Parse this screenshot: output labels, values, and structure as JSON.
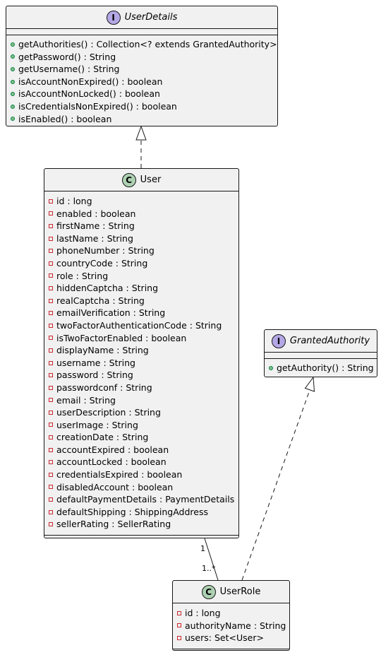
{
  "classes": {
    "user_details": {
      "kind": "interface",
      "badge": "I",
      "name": "UserDetails",
      "attributes": [],
      "methods": [
        "getAuthorities() : Collection<? extends GrantedAuthority>",
        "getPassword() : String",
        "getUsername() : String",
        "isAccountNonExpired() : boolean",
        "isAccountNonLocked() : boolean",
        "isCredentialsNonExpired() : boolean",
        "isEnabled() : boolean"
      ]
    },
    "user": {
      "kind": "class",
      "badge": "C",
      "name": "User",
      "attributes": [
        "id : long",
        "enabled : boolean",
        "firstName : String",
        "lastName : String",
        "phoneNumber : String",
        "countryCode : String",
        "role : String",
        "hiddenCaptcha : String",
        "realCaptcha : String",
        "emailVerification : String",
        "twoFactorAuthenticationCode : String",
        "isTwoFactorEnabled : boolean",
        "displayName : String",
        "username : String",
        "password : String",
        "passwordconf : String",
        "email : String",
        "userDescription : String",
        "userImage : String",
        "creationDate : String",
        "accountExpired : boolean",
        "accountLocked : boolean",
        "credentialsExpired : boolean",
        "disabledAccount : boolean",
        "defaultPaymentDetails : PaymentDetails",
        "defaultShipping : ShippingAddress",
        "sellerRating : SellerRating"
      ],
      "methods": []
    },
    "granted_authority": {
      "kind": "interface",
      "badge": "I",
      "name": "GrantedAuthority",
      "attributes": [],
      "methods": [
        "getAuthority() : String"
      ]
    },
    "user_role": {
      "kind": "class",
      "badge": "C",
      "name": "UserRole",
      "attributes": [
        "id : long",
        "authorityName : String",
        "users: Set<User>"
      ],
      "methods": []
    }
  },
  "relations": {
    "user_implements_userdetails": "realization",
    "userrole_implements_grantedauthority": "realization",
    "user_to_userrole": {
      "type": "association",
      "source_multiplicity": "1",
      "target_multiplicity": "1..*"
    }
  },
  "colors": {
    "box_fill": "#f1f1f1",
    "border": "#181818",
    "interface_badge": "#b4a7e5",
    "class_badge": "#add1b2",
    "public_marker": "#84be84",
    "private_marker": "#c82930"
  }
}
